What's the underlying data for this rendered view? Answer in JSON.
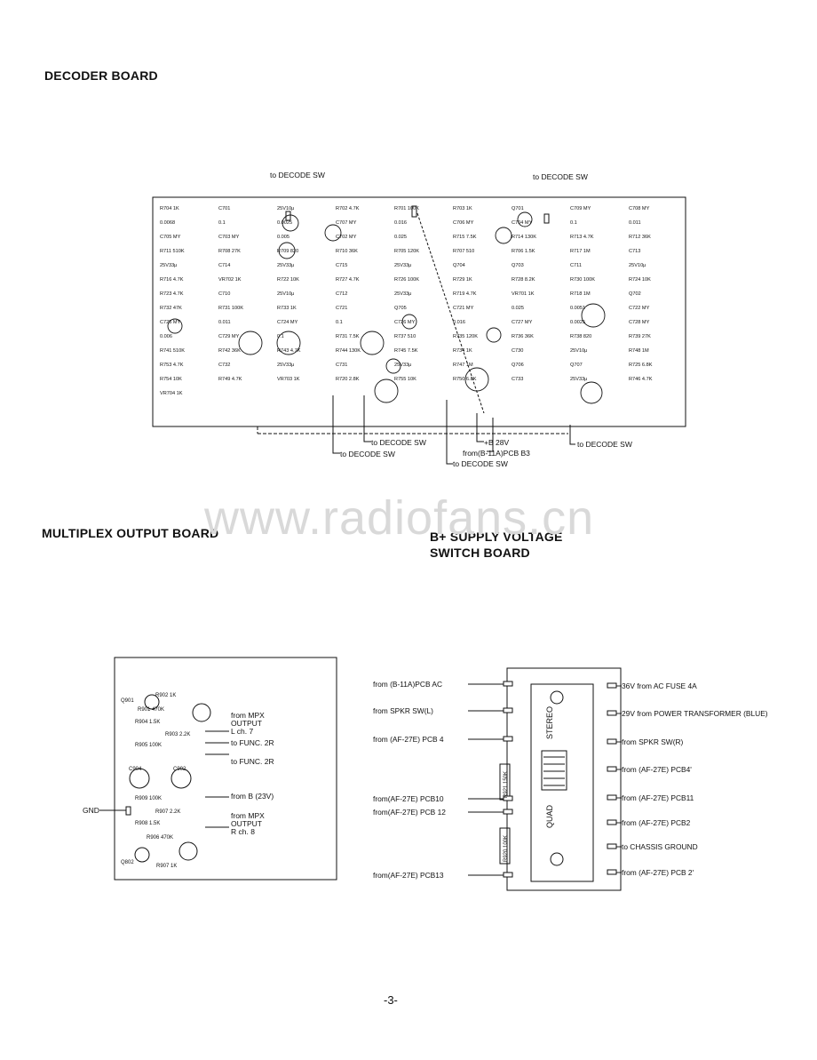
{
  "headings": {
    "decoder": "DECODER BOARD",
    "mpx": "MULTIPLEX OUTPUT BOARD",
    "bsupply_line1": "B+ SUPPLY VOLTAGE",
    "bsupply_line2": "SWITCH BOARD"
  },
  "watermark": "www.radiofans.cn",
  "page_number": "-3-",
  "decoder": {
    "top_label_left": "to DECODE SW",
    "top_label_right": "to DECODE SW",
    "bottom_labels": {
      "a": "to DECODE SW",
      "b": "to DECODE SW",
      "c": "to DECODE SW",
      "d": "to DECODE SW",
      "b28v": "+B 28V",
      "from_b11a": "from(B-11A)PCB B3"
    },
    "parts": [
      "R704 1K",
      "C701",
      "25V10μ",
      "R702 4.7K",
      "R701 100K",
      "R703 1K",
      "Q701",
      "C709 MY",
      "C708 MY",
      "0.0068",
      "0.1",
      "0.0025",
      "C707 MY",
      "0.016",
      "C706 MY",
      "C704 MY",
      "0.1",
      "0.011",
      "C705 MY",
      "C703 MY",
      "0.005",
      "C702 MY",
      "0.025",
      "R715 7.5K",
      "R714 130K",
      "R713 4.7K",
      "R712 36K",
      "R711 510K",
      "R708 27K",
      "R709 820",
      "R710 36K",
      "R705 120K",
      "R707 510",
      "R706 1.5K",
      "R717 1M",
      "C713",
      "25V33μ",
      "C714",
      "25V33μ",
      "C715",
      "25V33μ",
      "Q704",
      "Q703",
      "C711",
      "25V10μ",
      "R716 4.7K",
      "VR702 1K",
      "R722 10K",
      "R727 4.7K",
      "R726 100K",
      "R729 1K",
      "R728 8.2K",
      "R730 100K",
      "R724 10K",
      "R723 4.7K",
      "C710",
      "25V10μ",
      "C712",
      "25V33μ",
      "R719 4.7K",
      "VR701 1K",
      "R718 1M",
      "Q702",
      "R732 47K",
      "R731 100K",
      "R733 1K",
      "C721",
      "Q705",
      "C721 MY",
      "0.025",
      "0.0051",
      "C722 MY",
      "C725 MY",
      "0.011",
      "C724 MY",
      "0.1",
      "C726 MY",
      "0.016",
      "C727 MY",
      "0.0025",
      "C728 MY",
      "0.006",
      "C729 MY",
      "0.1",
      "R731 7.5K",
      "R737 510",
      "R735 120K",
      "R736 36K",
      "R738 820",
      "R739 27K",
      "R741 510K",
      "R742 36K",
      "R743 4.7K",
      "R744 130K",
      "R745 7.5K",
      "R734 1K",
      "C730",
      "25V10μ",
      "R748 1M",
      "R753 4.7K",
      "C732",
      "25V33μ",
      "C731",
      "25V33μ",
      "R747 1M",
      "Q706",
      "Q707",
      "R725 6.8K",
      "R754 10K",
      "R749 4.7K",
      "VR703 1K",
      "R720 2.8K",
      "R755 10K",
      "R750 6.8K",
      "C733",
      "25V33μ",
      "R746 4.7K",
      "VR704 1K"
    ]
  },
  "mpx": {
    "parts": [
      "Q901",
      "R902 1K",
      "R901 470K",
      "R904 1.5K",
      "R903 2.2K",
      "R905 100K",
      "C904",
      "C902",
      "R909 100K",
      "R907 2.2K",
      "R908 1.5K",
      "R906 470K",
      "R907 1K",
      "Q802"
    ],
    "labels": {
      "out_l_1": "from MPX",
      "out_l_2": "OUTPUT",
      "out_l_3": "L ch. 7",
      "func1": "to FUNC. 2R",
      "func2": "to FUNC. 2R",
      "fromb": "from B (23V)",
      "out_r_1": "from MPX",
      "out_r_2": "OUTPUT",
      "out_r_3": "R ch. 8",
      "gnd": "GND"
    }
  },
  "bsupply": {
    "left_labels": [
      "from (B-11A)PCB AC",
      "from SPKR SW(L)",
      "from (AF-27E) PCB 4",
      "from(AF-27E) PCB10",
      "from(AF-27E) PCB 12",
      "from(AF-27E) PCB13"
    ],
    "right_labels": [
      "36V from AC FUSE 4A",
      "29V from POWER TRANSFORMER (BLUE)",
      "from SPKR SW(R)",
      "from (AF-27E) PCB4'",
      "from (AF-27E) PCB11",
      "from (AF-27E) PCB2",
      "to CHASSIS GROUND",
      "from (AF-27E) PCB 2'"
    ],
    "switch_stereo": "STEREO",
    "switch_quad": "QUAD",
    "r921": "R921 150K",
    "r920": "R920 100K"
  }
}
